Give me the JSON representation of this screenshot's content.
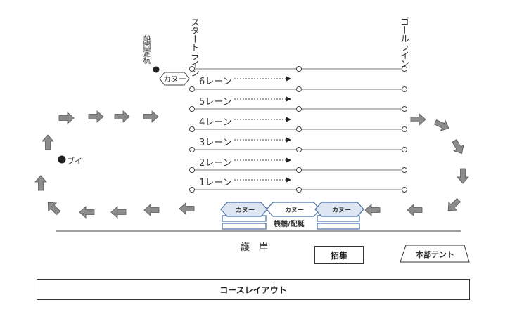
{
  "labels": {
    "start_line": "スタートライン",
    "goal_line": "ゴールライン",
    "mooring": "船固定杭",
    "canoe": "カヌー",
    "buoy": "ブイ",
    "lanes": [
      "6レーン",
      "5レーン",
      "4レーン",
      "3レーン",
      "2レーン",
      "1レーン"
    ],
    "dock_canoes": [
      "カヌー",
      "カヌー",
      "カヌー"
    ],
    "pier": "桟橋/配艇",
    "shore": "護　岸",
    "recruit": "招集",
    "tent": "本部テント",
    "title": "コースレイアウト"
  },
  "colors": {
    "arrow_fill": "#8c8c8c",
    "arrow_stroke": "#555555",
    "line": "#777777",
    "dot": "#222222"
  },
  "icons": {
    "flow_arrow": "gray-block-arrow-icon",
    "lane_arrow": "dotted-arrow-icon",
    "mooring_pole": "black-dot-icon",
    "buoy": "black-dot-icon"
  }
}
